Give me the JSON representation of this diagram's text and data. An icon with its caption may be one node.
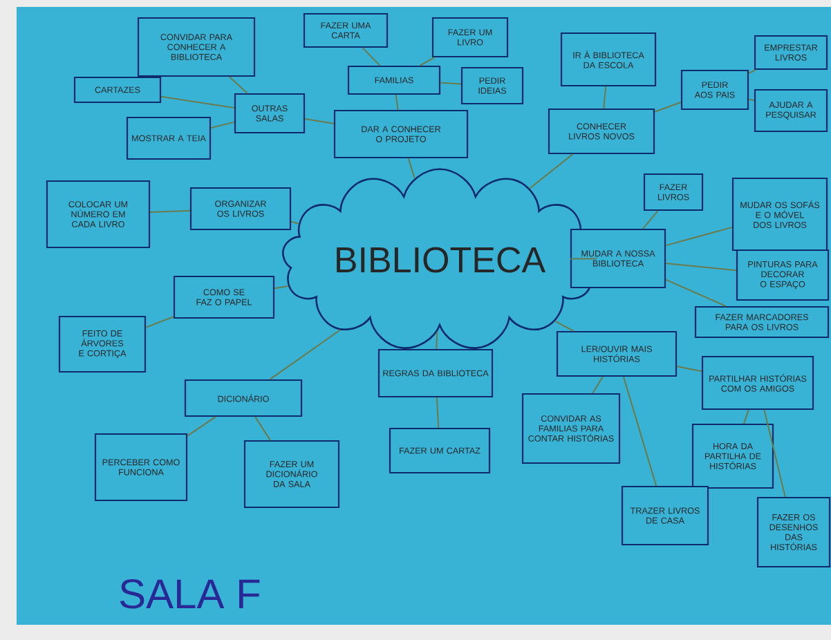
{
  "diagram": {
    "title": "SALA F",
    "nodes": [
      {
        "text": [
          "BIBLIOTECA"
        ]
      },
      {
        "text": [
          "DAR A CONHECER O PROJETO"
        ]
      },
      {
        "text": [
          "FAMILIAS"
        ]
      },
      {
        "text": [
          "FAZER UMA CARTA"
        ]
      },
      {
        "text": [
          "FAZER UM LIVRO"
        ]
      },
      {
        "text": [
          "PEDIR IDEIAS"
        ]
      },
      {
        "text": [
          "OUTRAS SALAS"
        ]
      },
      {
        "text": [
          "CONVIDAR PARA CONHECER A BIBLIOTECA"
        ]
      },
      {
        "text": [
          "CARTAZES"
        ]
      },
      {
        "text": [
          "MOSTRAR A TEIA"
        ]
      },
      {
        "text": [
          "ORGANIZAR OS LIVROS"
        ]
      },
      {
        "text": [
          "COLOCAR UM NÚMERO EM CADA LIVRO"
        ]
      },
      {
        "text": [
          "COMO SE FAZ O PAPEL"
        ]
      },
      {
        "text": [
          "FEITO DE ÁRVORES E CORTIÇA"
        ]
      },
      {
        "text": [
          "DICIONÁRIO"
        ]
      },
      {
        "text": [
          "PERCEBER COMO FUNCIONA"
        ]
      },
      {
        "text": [
          "FAZER UM DICIONÁRIO DA SALA"
        ]
      },
      {
        "text": [
          "REGRAS DA BIBLIOTECA"
        ]
      },
      {
        "text": [
          "FAZER UM CARTAZ"
        ]
      },
      {
        "text": [
          "CONHECER LIVROS NOVOS"
        ]
      },
      {
        "text": [
          "IR À BIBLIOTECA DA ESCOLA"
        ]
      },
      {
        "text": [
          "PEDIR AOS PAIS"
        ]
      },
      {
        "text": [
          "EMPRESTAR LIVROS"
        ]
      },
      {
        "text": [
          "AJUDAR A PESQUISAR"
        ]
      },
      {
        "text": [
          "MUDAR A NOSSA BIBLIOTECA"
        ]
      },
      {
        "text": [
          "FAZER LIVROS"
        ]
      },
      {
        "text": [
          "MUDAR OS SOFÁS E O MÓVEL DOS LIVROS"
        ]
      },
      {
        "text": [
          "PINTURAS PARA DECORAR O ESPAÇO"
        ]
      },
      {
        "text": [
          "FAZER MARCADORES PARA OS LIVROS"
        ]
      },
      {
        "text": [
          "LER/OUVIR MAIS HISTÓRIAS"
        ]
      },
      {
        "text": [
          "PARTILHAR HISTÓRIAS COM OS AMIGOS"
        ]
      },
      {
        "text": [
          "CONVIDAR AS FAMILIAS PARA CONTAR HISTÓRIAS"
        ]
      },
      {
        "text": [
          "HORA DA PARTILHA DE HISTÓRIAS"
        ]
      },
      {
        "text": [
          "TRAZER LIVROS DE CASA"
        ]
      },
      {
        "text": [
          "FAZER OS DESENHOS DAS HISTÓRIAS"
        ]
      }
    ],
    "edges": [
      {
        "from": 0,
        "to": 1,
        "arrow": "none"
      },
      {
        "from": 1,
        "to": 2,
        "arrow": "none"
      },
      {
        "from": 2,
        "to": 3,
        "arrow": "none"
      },
      {
        "from": 2,
        "to": 4,
        "arrow": "none"
      },
      {
        "from": 2,
        "to": 5,
        "arrow": "none"
      },
      {
        "from": 1,
        "to": 6,
        "arrow": "none"
      },
      {
        "from": 6,
        "to": 7,
        "arrow": "none"
      },
      {
        "from": 6,
        "to": 8,
        "arrow": "none"
      },
      {
        "from": 6,
        "to": 9,
        "arrow": "none"
      },
      {
        "from": 0,
        "to": 10,
        "arrow": "none"
      },
      {
        "from": 10,
        "to": 11,
        "arrow": "none"
      },
      {
        "from": 0,
        "to": 12,
        "arrow": "none"
      },
      {
        "from": 12,
        "to": 13,
        "arrow": "none"
      },
      {
        "from": 0,
        "to": 14,
        "arrow": "none"
      },
      {
        "from": 14,
        "to": 15,
        "arrow": "none"
      },
      {
        "from": 14,
        "to": 16,
        "arrow": "none"
      },
      {
        "from": 0,
        "to": 17,
        "arrow": "none"
      },
      {
        "from": 17,
        "to": 18,
        "arrow": "none"
      },
      {
        "from": 0,
        "to": 19,
        "arrow": "none"
      },
      {
        "from": 19,
        "to": 20,
        "arrow": "none"
      },
      {
        "from": 19,
        "to": 21,
        "arrow": "none"
      },
      {
        "from": 21,
        "to": 22,
        "arrow": "none"
      },
      {
        "from": 21,
        "to": 23,
        "arrow": "none"
      },
      {
        "from": 0,
        "to": 24,
        "arrow": "none"
      },
      {
        "from": 24,
        "to": 25,
        "arrow": "none"
      },
      {
        "from": 24,
        "to": 26,
        "arrow": "none"
      },
      {
        "from": 24,
        "to": 27,
        "arrow": "none"
      },
      {
        "from": 24,
        "to": 28,
        "arrow": "none"
      },
      {
        "from": 0,
        "to": 29,
        "arrow": "none"
      },
      {
        "from": 29,
        "to": 30,
        "arrow": "none"
      },
      {
        "from": 29,
        "to": 31,
        "arrow": "none"
      },
      {
        "from": 29,
        "to": 33,
        "arrow": "none"
      },
      {
        "from": 30,
        "to": 32,
        "arrow": "none"
      },
      {
        "from": 30,
        "to": 34,
        "arrow": "none"
      }
    ]
  }
}
